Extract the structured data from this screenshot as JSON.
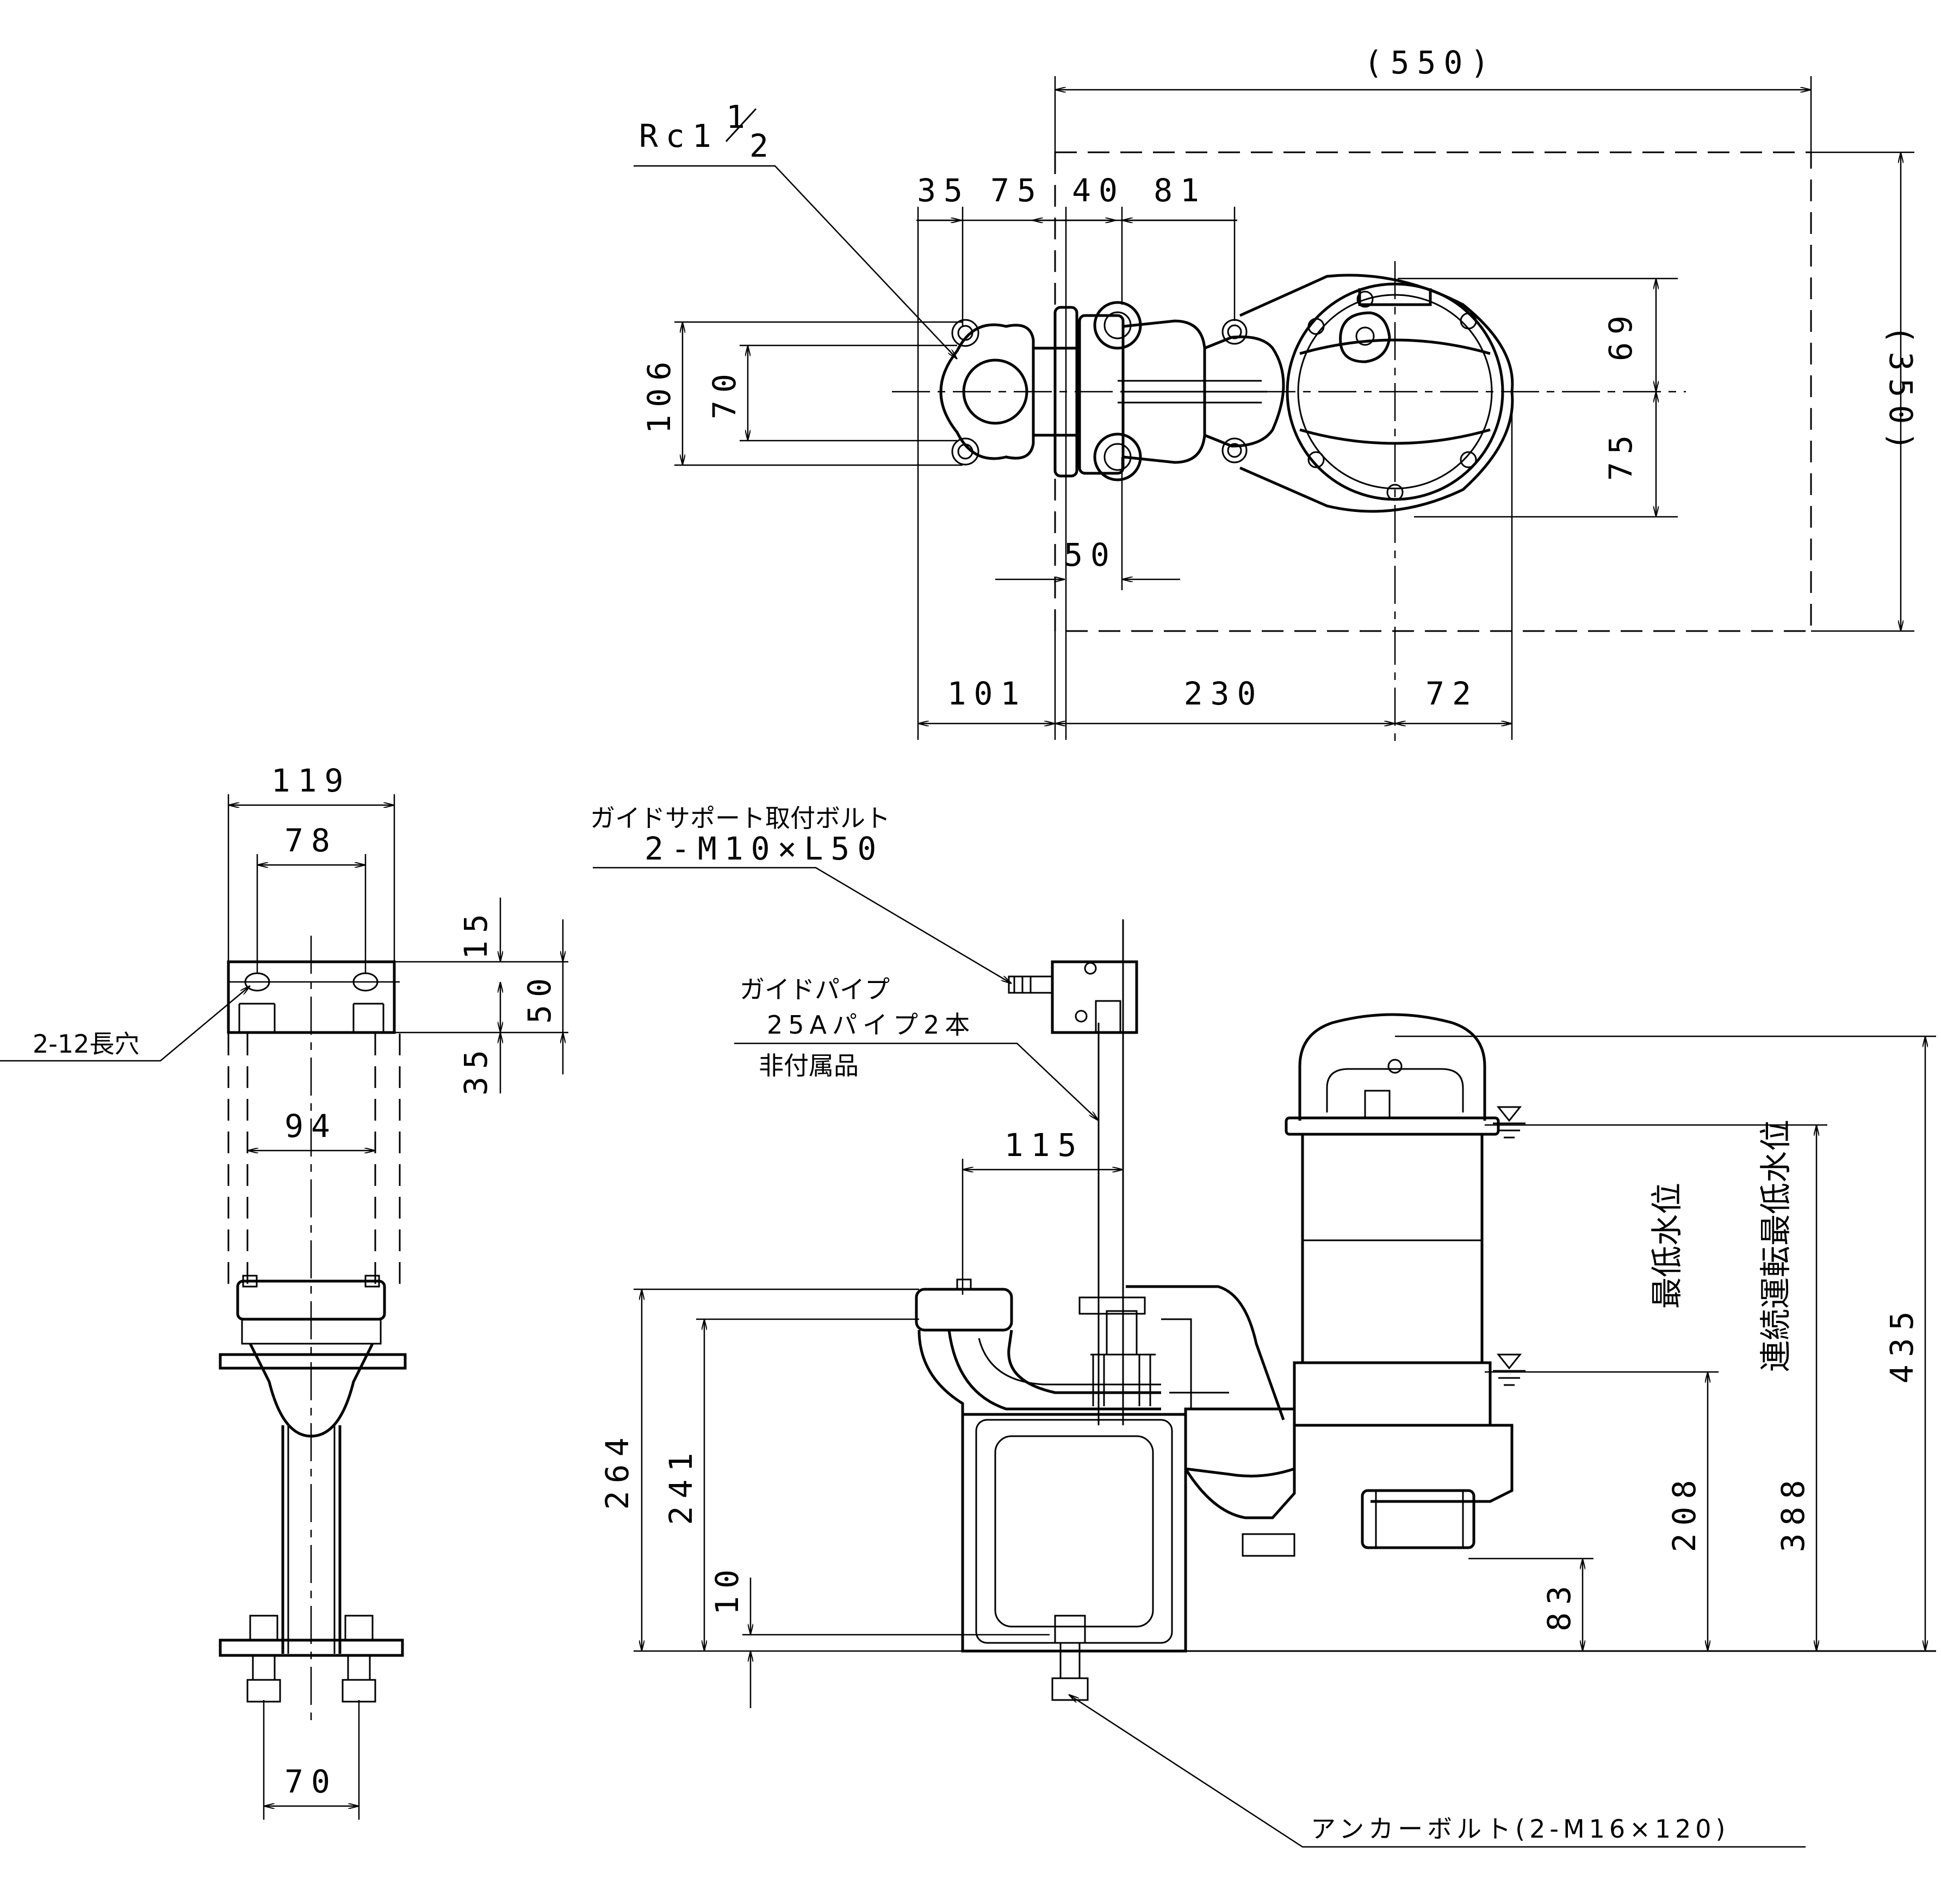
{
  "top_view": {
    "overall_width": "(550)",
    "overall_height": "(350)",
    "inlet_thread": "Rc1",
    "inlet_thread_whole": "1",
    "inlet_thread_frac": "2",
    "d35": "35",
    "d75": "75",
    "d40": "40",
    "d81": "81",
    "d106": "106",
    "d70": "70",
    "d69": "69",
    "d75v": "75",
    "d50": "50",
    "d101": "101",
    "d230": "230",
    "d72": "72"
  },
  "side_view": {
    "d119": "119",
    "d78": "78",
    "d15": "15",
    "d50": "50",
    "d35": "35",
    "slot_note": "2-12長穴",
    "d94": "94",
    "d70": "70"
  },
  "front_view": {
    "guide_bolt_label": "ガイドサポート取付ボルト",
    "guide_bolt_spec": "2-M10×L50",
    "guide_pipe_label": "ガイドパイプ",
    "guide_pipe_spec": "25Aパイプ2本",
    "not_included": "非付属品",
    "d115": "115",
    "d264": "264",
    "d241": "241",
    "d10": "10",
    "d83": "83",
    "d208": "208",
    "d388": "388",
    "d435": "435",
    "min_water_level": "最低水位",
    "cont_min_water_level": "連続運転最低水位",
    "anchor_bolt": "アンカーボルト(2-M16×120)"
  }
}
